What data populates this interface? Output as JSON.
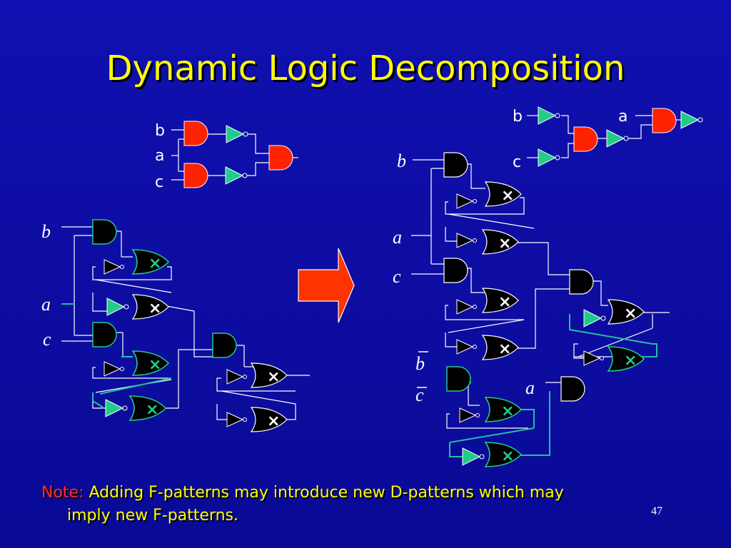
{
  "title": "Dynamic Logic Decomposition",
  "labels": {
    "b": "b",
    "a": "a",
    "c": "c"
  },
  "note": {
    "label": "Note:",
    "line1": "Adding F-patterns may introduce new D-patterns which may",
    "line2": "imply new F-patterns."
  },
  "page_number": "47",
  "colors": {
    "background": "#0b0b9e",
    "title": "#ffff00",
    "note_label": "#ff2a2a",
    "red_gate": "#ff2200",
    "inverter": "#22cc88",
    "black_gate": "#000000",
    "arrow": "#ff3300",
    "wire_white": "#ffffff",
    "wire_green": "#20c0a0"
  }
}
